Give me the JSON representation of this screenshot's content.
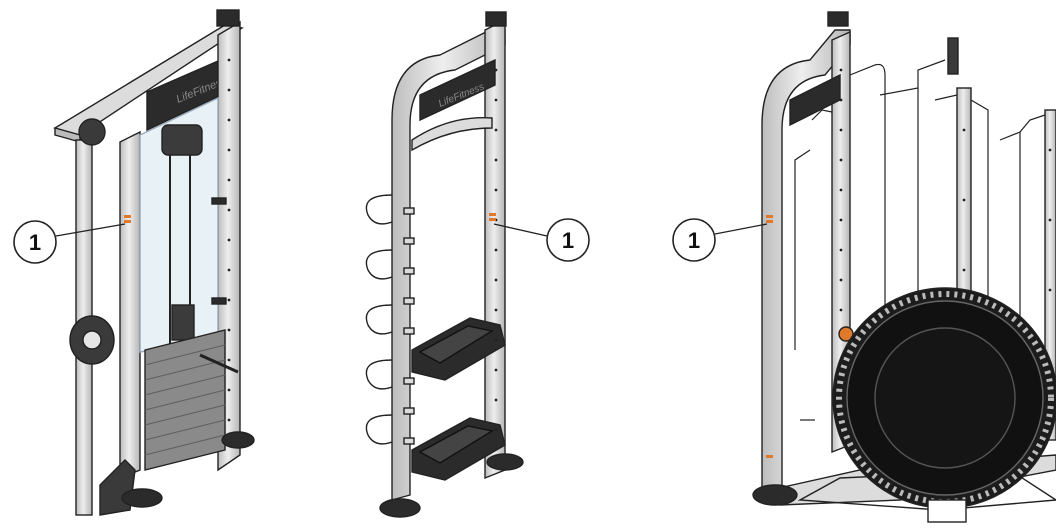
{
  "figure": {
    "panels": [
      {
        "id": "cable-tower",
        "callout_label": "1"
      },
      {
        "id": "step-rack",
        "callout_label": "1"
      },
      {
        "id": "trampoline-station",
        "callout_label": "1"
      }
    ],
    "colors": {
      "frame": "#d6d6d6",
      "frame_edge": "#222222",
      "dark_part": "#2b2b2b",
      "weight_stack": "#8a8a8a",
      "glass": "#e8f1f5",
      "accent_orange": "#e07a2a",
      "trampoline": "#1c1c1c"
    }
  }
}
